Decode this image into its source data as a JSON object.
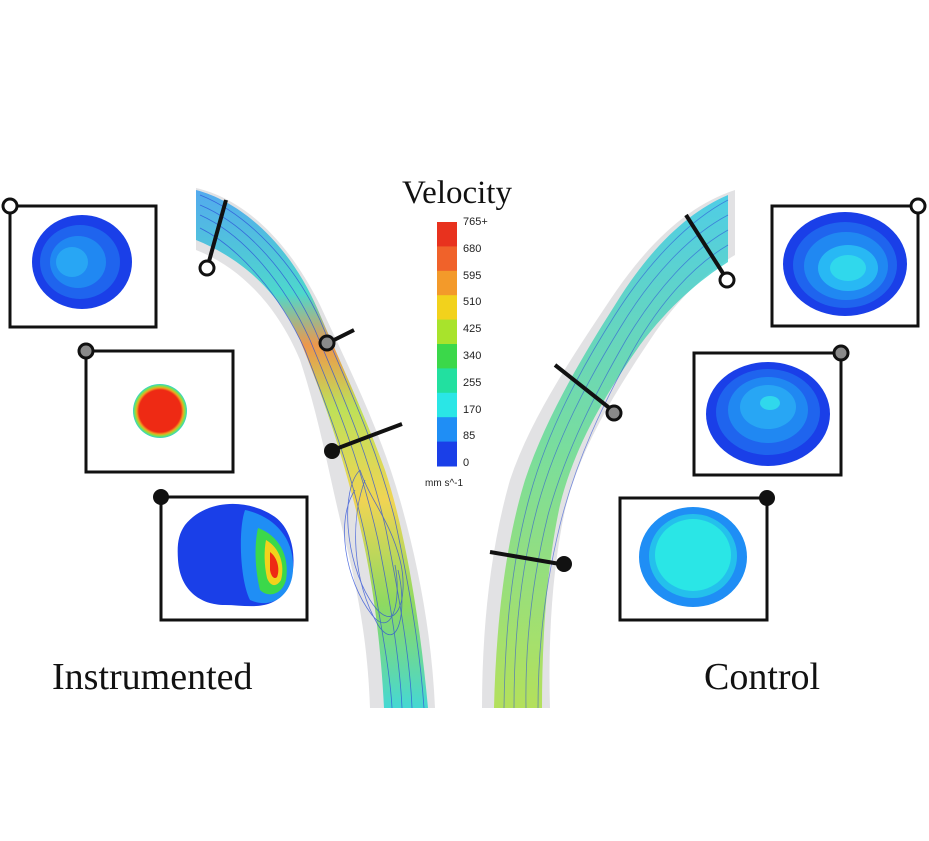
{
  "title": "Velocity",
  "colorbar": {
    "ticks": [
      "765+",
      "680",
      "595",
      "510",
      "425",
      "340",
      "255",
      "170",
      "85",
      "0"
    ],
    "unit": "mm s^-1",
    "colors": [
      "#e8321e",
      "#f0622a",
      "#f39a2a",
      "#f2d21c",
      "#a8e32c",
      "#3bd84a",
      "#22e0a0",
      "#2ae6e6",
      "#1f8ef5",
      "#1a3fe8"
    ]
  },
  "panels": {
    "left_label": "Instrumented",
    "right_label": "Control"
  },
  "marker_colors": {
    "open": "#ffffff",
    "gray": "#8a8a8a",
    "filled": "#111111"
  }
}
